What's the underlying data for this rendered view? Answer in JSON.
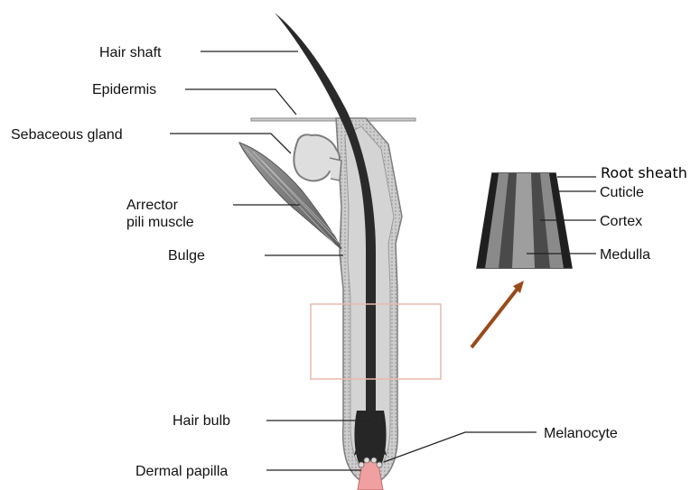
{
  "labels": {
    "hair_shaft": "Hair shaft",
    "epidermis": "Epidermis",
    "sebaceous_gland": "Sebaceous gland",
    "arrector_line1": "Arrector",
    "arrector_line2": "pili muscle",
    "bulge": "Bulge",
    "hair_bulb": "Hair bulb",
    "dermal_papilla": "Dermal papilla",
    "melanocyte": "Melanocyte",
    "root_sheath": "Root sheath",
    "cuticle": "Cuticle",
    "cortex": "Cortex",
    "medulla": "Medulla"
  },
  "colors": {
    "hair": "#2b2b2b",
    "sheath": "#c9c9c9",
    "sheath_edge": "#8a8a8a",
    "gland": "#dcdcdc",
    "muscle": "#7a7a7a",
    "papilla": "#f0a0a0",
    "highlight_box": "#e8b9ae",
    "arrow": "#9a4a1a"
  }
}
